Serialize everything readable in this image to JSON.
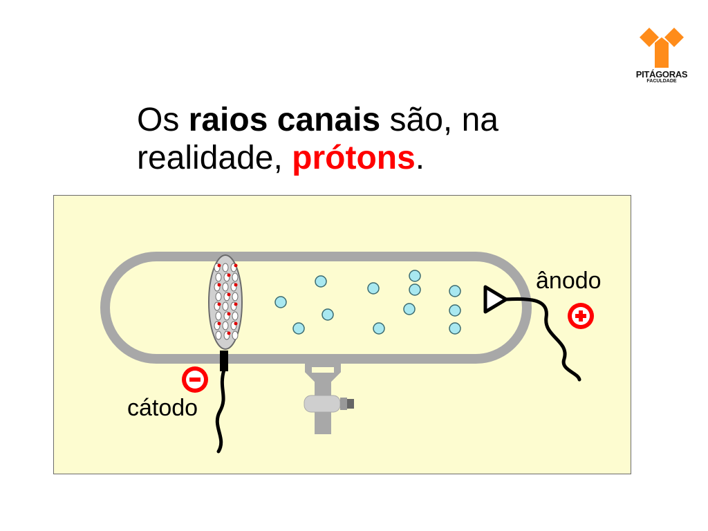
{
  "logo": {
    "name": "PITÁGORAS",
    "subtitle": "FACULDADE"
  },
  "title": {
    "line1_pre": "Os ",
    "line1_bold": "raios canais",
    "line1_post": " são, na",
    "line2_pre": "realidade, ",
    "line2_red": "prótons",
    "line2_post": "."
  },
  "diagram": {
    "anode_label": "ânodo",
    "cathode_label": "cátodo",
    "anode_sign": "plus-icon",
    "cathode_sign": "minus-icon",
    "proton_count": 12,
    "colors": {
      "background": "#fdfcd0",
      "tube": "#a8a8a8",
      "proton": "#a8e8f0",
      "charge_sign": "#ff0000",
      "logo": "#ff8c1a"
    }
  }
}
